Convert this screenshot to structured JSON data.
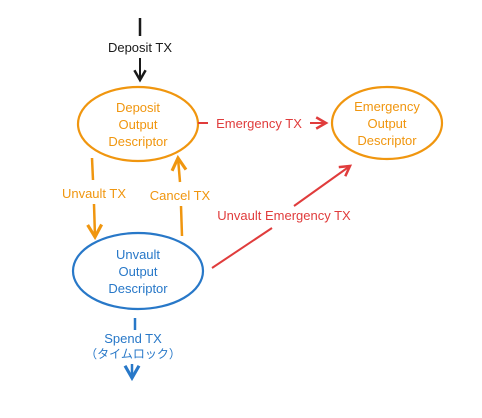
{
  "colors": {
    "orange": "#f0960f",
    "red": "#e03c3c",
    "blue": "#2878c8",
    "black": "#1a1a1a"
  },
  "nodes": {
    "deposit": {
      "line1": "Deposit",
      "line2": "Output",
      "line3": "Descriptor"
    },
    "emergency": {
      "line1": "Emergency",
      "line2": "Output",
      "line3": "Descriptor"
    },
    "unvault": {
      "line1": "Unvault",
      "line2": "Output",
      "line3": "Descriptor"
    }
  },
  "edges": {
    "deposit_tx": "Deposit TX",
    "emergency_tx": "Emergency TX",
    "unvault_tx": "Unvault TX",
    "cancel_tx": "Cancel TX",
    "unvault_emergency_tx": "Unvault Emergency TX",
    "spend_tx_line1": "Spend TX",
    "spend_tx_line2": "（タイムロック）"
  }
}
